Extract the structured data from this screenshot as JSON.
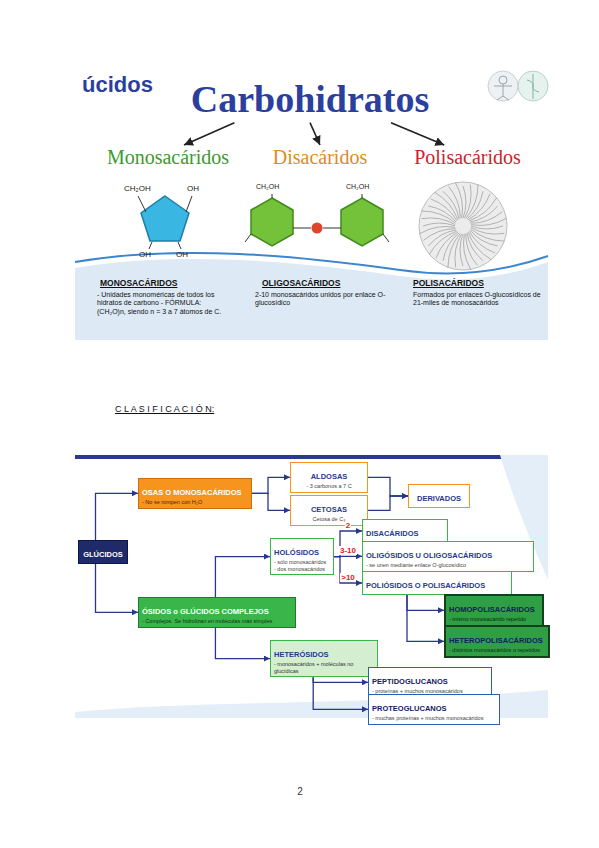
{
  "diagram": {
    "nodes": [
      {
        "text": [
          "Carbohidratos"
        ]
      },
      {
        "text": [
          "Monosacáridos"
        ]
      },
      {
        "text": [
          "Disacáridos"
        ]
      },
      {
        "text": [
          "Polisacáridos"
        ]
      },
      {
        "text": [
          "GLÚCIDOS"
        ]
      },
      {
        "text": [
          "OSAS O MONOSACÁRIDOS",
          "- No se rompen con H₂O"
        ]
      },
      {
        "text": [
          "ALDOSAS",
          "- 3 carbonos a 7 C"
        ]
      },
      {
        "text": [
          "CETOSAS",
          "Cetosa de C₃"
        ]
      },
      {
        "text": [
          "DERIVADOS"
        ]
      },
      {
        "text": [
          "ÓSIDOS o GLÚCIDOS COMPLEJOS",
          "- Complejos. Se hidrolizan en moléculas más simples"
        ]
      },
      {
        "text": [
          "HOLÓSIDOS",
          "- sólo monosacáridos",
          "- dos monosacáridos"
        ]
      },
      {
        "text": [
          "DISACÁRIDOS"
        ]
      },
      {
        "text": [
          "OLIGÓSIDOS U OLIGOSACÁRIDOS",
          "- se unen mediante enlace O-glucosídico"
        ]
      },
      {
        "text": [
          "POLIÓSIDOS O POLISACÁRIDOS"
        ]
      },
      {
        "text": [
          "HOMOPOLISACÁRIDOS",
          "- mismo monosacárido repetido"
        ]
      },
      {
        "text": [
          "HETEROPOLISACÁRIDOS",
          "- distintos monosacáridos o repetidos"
        ]
      },
      {
        "text": [
          "HETERÓSIDOS",
          "- monosacáridos + moléculas no glucídicas"
        ]
      },
      {
        "text": [
          "PEPTIDOGLUCANOS",
          "- proteínas + muchos monosacáridos"
        ]
      },
      {
        "text": [
          "PROTEOGLUCANOS",
          "- muchas proteínas + muchos monosacáridos"
        ]
      }
    ],
    "edges": [
      {
        "from": 0,
        "to": 1,
        "arrow": "to"
      },
      {
        "from": 0,
        "to": 2,
        "arrow": "to"
      },
      {
        "from": 0,
        "to": 3,
        "arrow": "to"
      },
      {
        "from": 4,
        "to": 5,
        "arrow": "to"
      },
      {
        "from": 4,
        "to": 9,
        "arrow": "to"
      },
      {
        "from": 5,
        "to": 6,
        "arrow": "to"
      },
      {
        "from": 5,
        "to": 7,
        "arrow": "to"
      },
      {
        "from": 6,
        "to": 8,
        "arrow": "to"
      },
      {
        "from": 7,
        "to": 8,
        "arrow": "to"
      },
      {
        "from": 9,
        "to": 10,
        "arrow": "to"
      },
      {
        "from": 9,
        "to": 16,
        "arrow": "to"
      },
      {
        "from": 10,
        "to": 11,
        "label": "2",
        "arrow": "to"
      },
      {
        "from": 10,
        "to": 12,
        "label": "3-10",
        "arrow": "to"
      },
      {
        "from": 10,
        "to": 13,
        "label": ">10",
        "arrow": "to"
      },
      {
        "from": 13,
        "to": 14,
        "arrow": "to"
      },
      {
        "from": 13,
        "to": 15,
        "arrow": "to"
      },
      {
        "from": 16,
        "to": 17,
        "arrow": "to"
      },
      {
        "from": 16,
        "to": 18,
        "arrow": "to"
      }
    ],
    "labels": [
      "úcidos",
      "CH₂OH",
      "OH",
      "OH",
      "OH",
      "CH₂OH",
      "CH₂OH",
      "MONOSACÁRIDOS",
      "- Unidades monoméricas de todos los hidratos de carbono - FÓRMULA: (CH₂O)n, siendo n = 3 a 7 átomos de C.",
      "OLIGOSACÁRIDOS",
      "2-10 monosacáridos unidos por enlace O-glucosídico",
      "POLISACÁRIDOS",
      "Formados por enlaces O-glucosídicos de 21-miles de monosacáridos",
      "C L A S I F I C A C I Ó N:",
      "2"
    ]
  }
}
